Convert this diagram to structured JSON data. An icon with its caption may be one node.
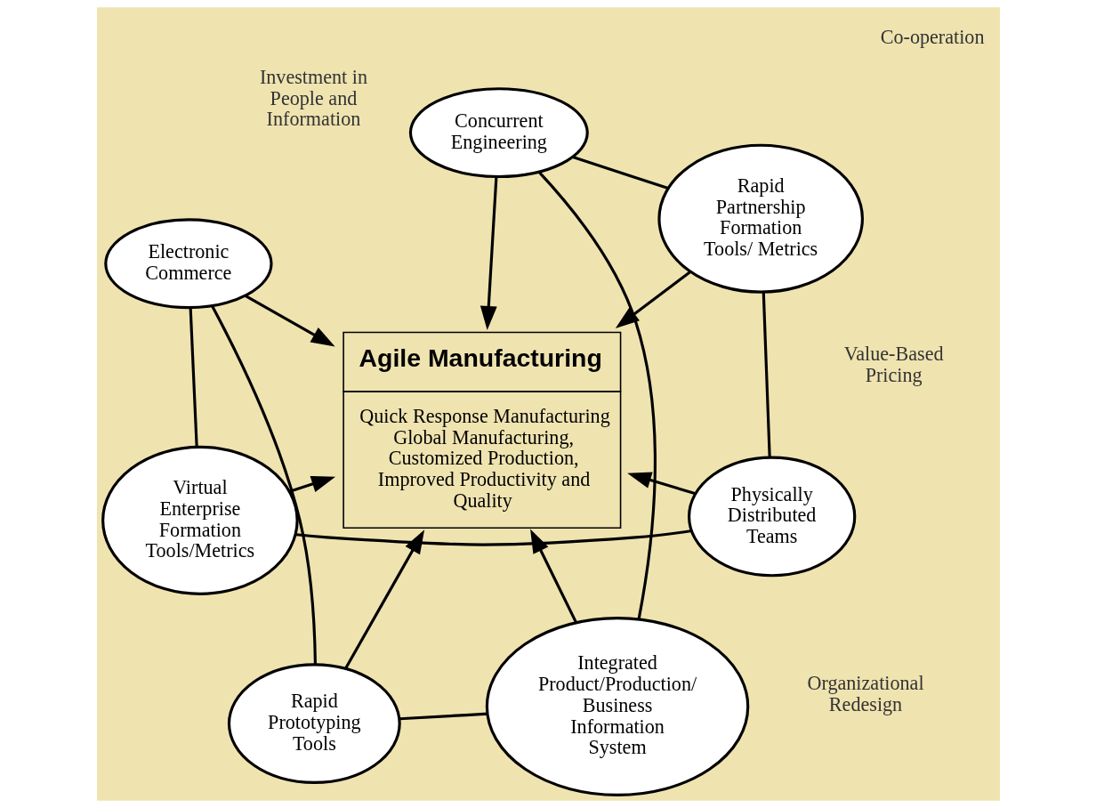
{
  "diagram": {
    "nodes": [
      {
        "text": [
          "Virtual Enterprise Formation Tools/Metrics"
        ]
      },
      {
        "text": [
          "Physically Distributed Teams"
        ]
      },
      {
        "text": [
          "Agile Manufacturing",
          "Quick Response Manufacturing Global Manufacturing, Customized Production, Improved Productivity and Quality"
        ]
      },
      {
        "text": [
          "Electronic Commerce"
        ]
      },
      {
        "text": [
          "Rapid Partnership Formation Tools/ Metrics"
        ]
      },
      {
        "text": [
          "Concurrent Engineering"
        ]
      },
      {
        "text": [
          "Rapid Prototyping Tools"
        ]
      },
      {
        "text": [
          "Integrated Product/Production/ Business Information System"
        ]
      }
    ],
    "edges": [
      {
        "from": 0,
        "to": 2,
        "arrow": "to"
      },
      {
        "from": 1,
        "to": 2,
        "arrow": "to"
      },
      {
        "from": 3,
        "to": 2,
        "arrow": "to"
      },
      {
        "from": 4,
        "to": 2,
        "arrow": "to"
      },
      {
        "from": 6,
        "to": 2,
        "arrow": "to"
      },
      {
        "from": 7,
        "to": 2,
        "arrow": "to"
      },
      {
        "from": 5,
        "to": 2,
        "arrow": "to"
      },
      {
        "from": 0,
        "to": 1,
        "arrow": "none"
      },
      {
        "from": 1,
        "to": 4,
        "arrow": "none"
      },
      {
        "from": 4,
        "to": 5,
        "arrow": "none"
      },
      {
        "from": 5,
        "to": 7,
        "arrow": "none"
      },
      {
        "from": 7,
        "to": 6,
        "arrow": "none"
      },
      {
        "from": 6,
        "to": 3,
        "arrow": "none"
      },
      {
        "from": 3,
        "to": 0,
        "arrow": "none"
      }
    ],
    "labels": [
      "Value-Based Pricing",
      "Organizational Redesign",
      "Co-operation",
      "Investment in People and Information"
    ]
  }
}
